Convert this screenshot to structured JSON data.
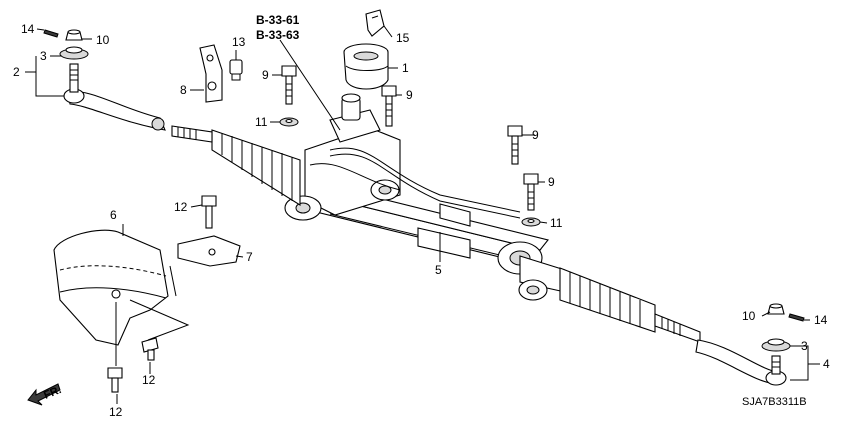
{
  "references": [
    "B-33-61",
    "B-33-63"
  ],
  "diagram_code": "SJA7B3311B",
  "front_indicator": "FR.",
  "callouts": {
    "c14a": "14",
    "c10a": "10",
    "c3a": "3",
    "c2": "2",
    "c8": "8",
    "c13": "13",
    "c9a": "9",
    "c11a": "11",
    "c15": "15",
    "c1": "1",
    "c9b": "9",
    "c9c": "9",
    "c9d": "9",
    "c11b": "11",
    "c6": "6",
    "c12a": "12",
    "c7": "7",
    "c5": "5",
    "c12b": "12",
    "c12c": "12",
    "c10b": "10",
    "c14b": "14",
    "c3b": "3",
    "c4": "4"
  }
}
